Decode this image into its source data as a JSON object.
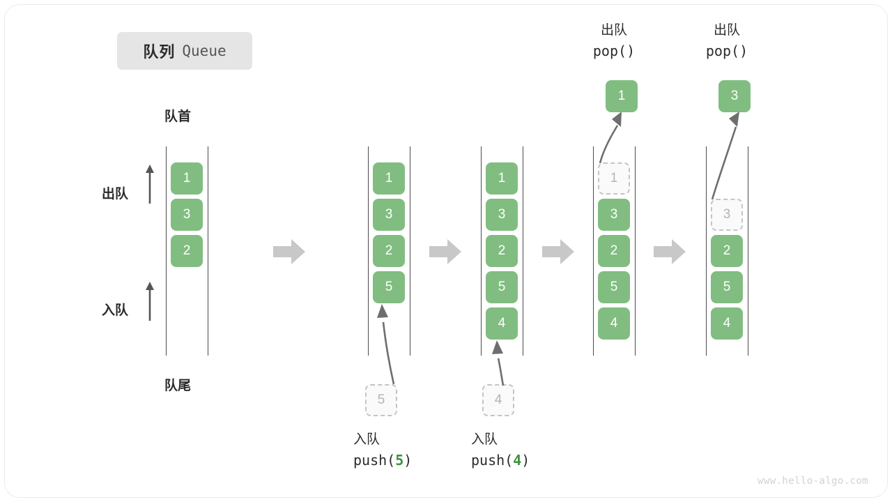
{
  "title": {
    "cn": "队列",
    "en": "Queue"
  },
  "labels": {
    "head": "队首",
    "tail": "队尾",
    "dequeue": "出队",
    "enqueue": "入队"
  },
  "colors": {
    "box_fill": "#81bd81",
    "box_text": "#ffffff",
    "ghost_border": "#c4c4c4",
    "ghost_text": "#b4b4b4",
    "rail": "#4a4a4a",
    "separator_arrow": "#c8c8c8",
    "code_number": "#409140",
    "badge_bg": "#e5e5e5",
    "watermark": "#d2d2d2"
  },
  "columns": [
    {
      "name": "initial-queue",
      "values": [
        "1",
        "3",
        "2"
      ],
      "ghost_slot": null,
      "popped_value": null,
      "caption": null
    },
    {
      "name": "after-push-5",
      "values": [
        "1",
        "3",
        "2",
        "5"
      ],
      "ghost_slot": null,
      "popped_value": null,
      "caption": {
        "cn": "入队",
        "code_prefix": "push(",
        "code_number": "5",
        "code_suffix": ")",
        "incoming_value": "5"
      }
    },
    {
      "name": "after-push-4",
      "values": [
        "1",
        "3",
        "2",
        "5",
        "4"
      ],
      "ghost_slot": null,
      "popped_value": null,
      "caption": {
        "cn": "入队",
        "code_prefix": "push(",
        "code_number": "4",
        "code_suffix": ")",
        "incoming_value": "4"
      }
    },
    {
      "name": "after-pop-1",
      "values": [
        "3",
        "2",
        "5",
        "4"
      ],
      "ghost_slot": "1",
      "popped_value": "1",
      "caption": {
        "cn": "出队",
        "code_prefix": "pop(",
        "code_number": "",
        "code_suffix": ")"
      }
    },
    {
      "name": "after-pop-3",
      "values": [
        "2",
        "5",
        "4"
      ],
      "ghost_slot": "3",
      "popped_value": "3",
      "caption": {
        "cn": "出队",
        "code_prefix": "pop(",
        "code_number": "",
        "code_suffix": ")"
      }
    }
  ],
  "watermark": "www.hello-algo.com"
}
